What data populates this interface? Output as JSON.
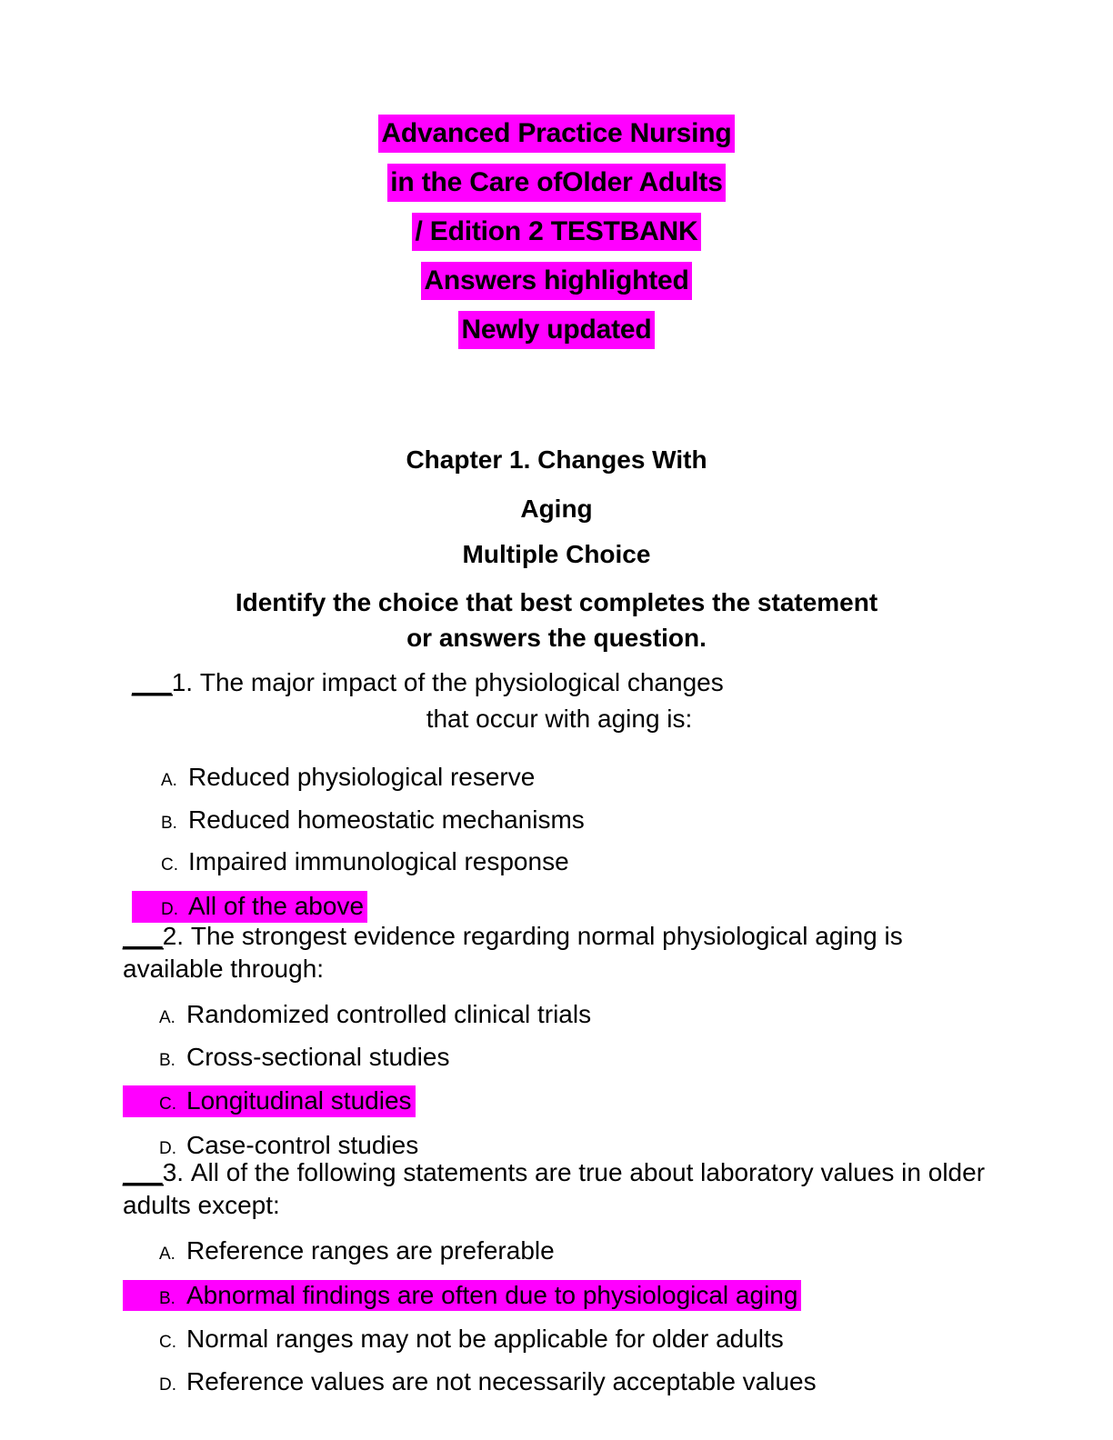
{
  "document": {
    "title_lines": [
      "Advanced Practice Nursing",
      "in the Care ofOlder Adults",
      "/ Edition 2 TESTBANK",
      "Answers highlighted",
      "Newly updated"
    ],
    "highlight_color": "#ff00ff",
    "text_color": "#000000",
    "background_color": "#ffffff"
  },
  "chapter": {
    "heading_line_1": "Chapter 1. Changes With",
    "heading_line_2": "Aging",
    "section": "Multiple Choice",
    "instructions_line_1": "Identify the choice that best completes the statement",
    "instructions_line_2": "or answers the question."
  },
  "questions": [
    {
      "blank": "___",
      "number": "1.",
      "stem_line_1": "The major impact of the physiological changes",
      "stem_line_2": "that occur with aging is:",
      "options": [
        {
          "letter": "A.",
          "text": "Reduced physiological reserve",
          "highlighted": false
        },
        {
          "letter": "B.",
          "text": "Reduced homeostatic mechanisms",
          "highlighted": false
        },
        {
          "letter": "C.",
          "text": "Impaired immunological response",
          "highlighted": false
        },
        {
          "letter": "D.",
          "text": "All of the above",
          "highlighted": true
        }
      ]
    },
    {
      "blank": "___",
      "number": "2.",
      "stem_line_1": "The strongest evidence regarding normal physiological aging is",
      "stem_line_2": "available through:",
      "options": [
        {
          "letter": "A.",
          "text": "Randomized controlled clinical trials",
          "highlighted": false
        },
        {
          "letter": "B.",
          "text": "Cross-sectional studies",
          "highlighted": false
        },
        {
          "letter": "C.",
          "text": "Longitudinal studies",
          "highlighted": true
        },
        {
          "letter": "D.",
          "text": "Case-control studies",
          "highlighted": false
        }
      ]
    },
    {
      "blank": "___",
      "number": "3.",
      "stem_line_1": "All of the following statements are true about laboratory values in",
      "stem_line_2": "older adults except:",
      "options": [
        {
          "letter": "A.",
          "text": "Reference ranges are preferable",
          "highlighted": false
        },
        {
          "letter": "B.",
          "text": "Abnormal findings are often due to physiological aging",
          "highlighted": true
        },
        {
          "letter": "C.",
          "text": "Normal ranges may not be applicable for older adults",
          "highlighted": false
        },
        {
          "letter": "D.",
          "text": "Reference values are not necessarily acceptable values",
          "highlighted": false
        }
      ]
    }
  ]
}
